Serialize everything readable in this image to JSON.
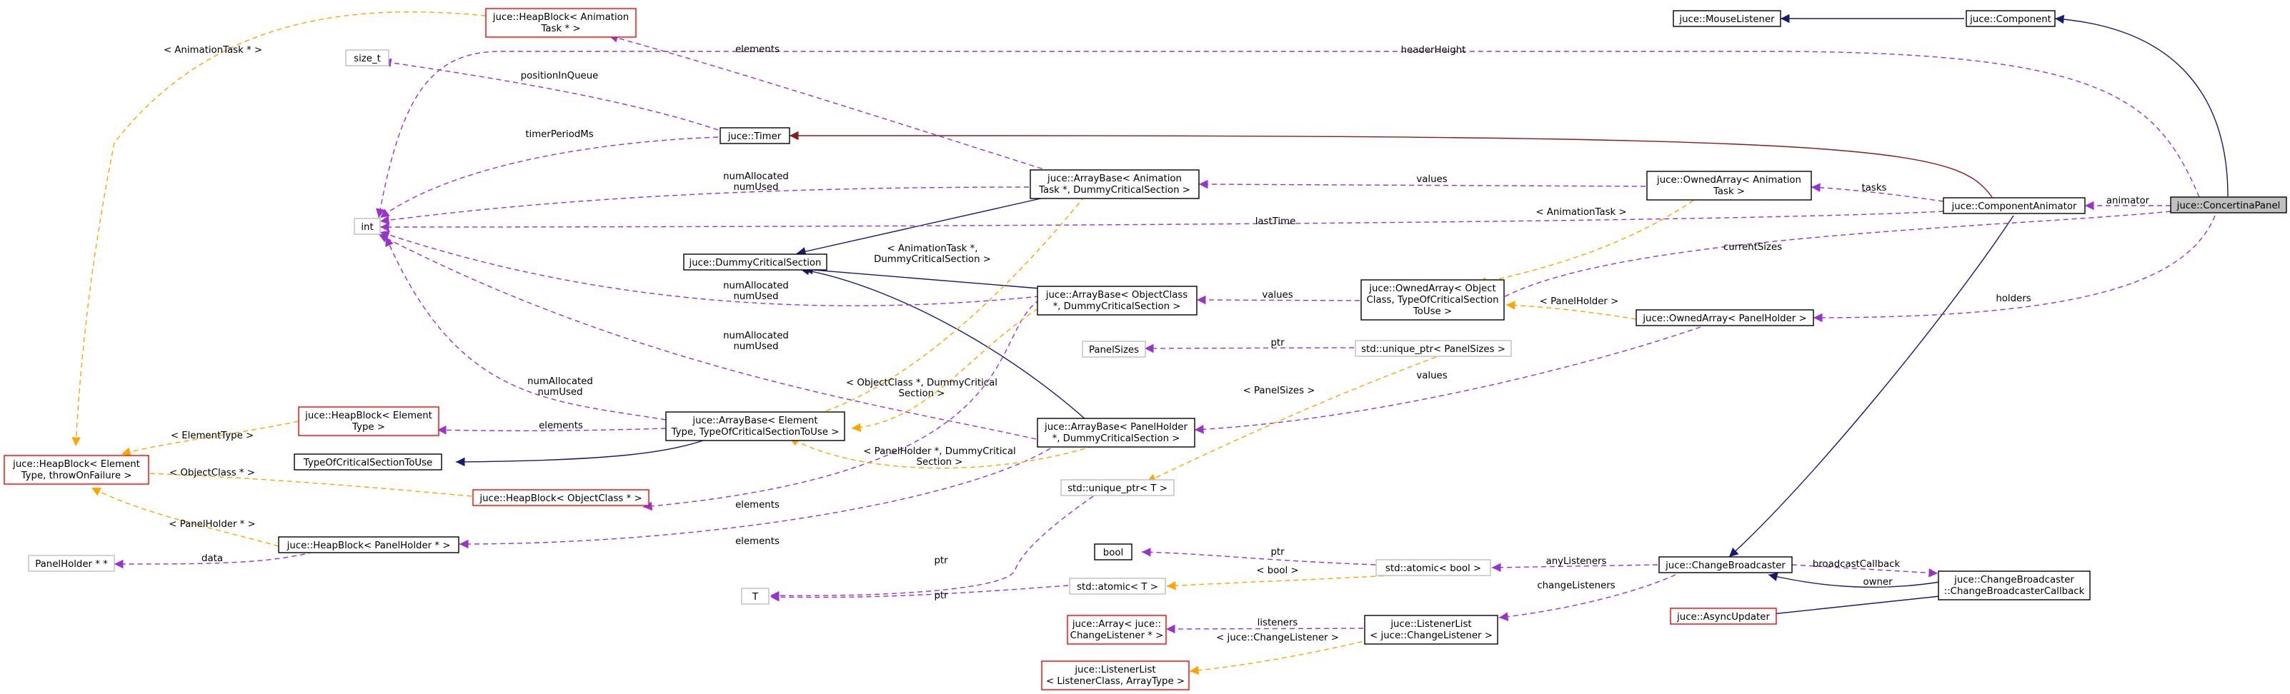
{
  "diagram": {
    "nodes": {
      "concertina": "juce::ConcertinaPanel",
      "component": "juce::Component",
      "mouse_listener": "juce::MouseListener",
      "component_animator": "juce::ComponentAnimator",
      "timer": "juce::Timer",
      "change_broadcaster": "juce::ChangeBroadcaster",
      "cb_callback": [
        "juce::ChangeBroadcaster",
        "::ChangeBroadcasterCallback"
      ],
      "async_updater": "juce::AsyncUpdater",
      "owned_array_anim": [
        "juce::OwnedArray< Animation",
        "Task >"
      ],
      "owned_array_panel": "juce::OwnedArray< PanelHolder >",
      "owned_array_generic": [
        "juce::OwnedArray< Object",
        "Class, TypeOfCriticalSection",
        "ToUse >"
      ],
      "unique_ptr_panelsizes": "std::unique_ptr< PanelSizes >",
      "unique_ptr_t": "std::unique_ptr< T >",
      "panel_sizes": "PanelSizes",
      "array_base_anim": [
        "juce::ArrayBase< Animation",
        "Task *, DummyCriticalSection >"
      ],
      "array_base_obj": [
        "juce::ArrayBase< ObjectClass",
        "*, DummyCriticalSection >"
      ],
      "array_base_panel": [
        "juce::ArrayBase< PanelHolder",
        "*, DummyCriticalSection >"
      ],
      "array_base_generic": [
        "juce::ArrayBase< Element",
        "Type, TypeOfCriticalSectionToUse >"
      ],
      "dummy_cs": "juce::DummyCriticalSection",
      "type_of_cs": "TypeOfCriticalSectionToUse",
      "heapblock_anim": [
        "juce::HeapBlock< Animation",
        "Task * >"
      ],
      "heapblock_elem": [
        "juce::HeapBlock< Element",
        "Type >"
      ],
      "heapblock_generic": [
        "juce::HeapBlock< Element",
        "Type, throwOnFailure >"
      ],
      "heapblock_obj": "juce::HeapBlock< ObjectClass * >",
      "heapblock_panel": "juce::HeapBlock< PanelHolder * >",
      "panelholder_pp": "PanelHolder * *",
      "size_t": "size_t",
      "int": "int",
      "bool": "bool",
      "t": "T",
      "atomic_bool": "std::atomic< bool >",
      "atomic_t": "std::atomic< T >",
      "listener_list_cl": [
        "juce::ListenerList",
        "< juce::ChangeListener >"
      ],
      "listener_list_generic": [
        "juce::ListenerList",
        "< ListenerClass, ArrayType >"
      ],
      "array_cl": [
        "juce::Array< juce::",
        "ChangeListener * >"
      ]
    },
    "edge_labels": {
      "animator": "animator",
      "header_height": "headerHeight",
      "current_sizes": "currentSizes",
      "holders": "holders",
      "tasks": "tasks",
      "last_time": "lastTime",
      "values_anim": "values",
      "values_obj": "values",
      "values_panel": "values",
      "num_alloc_anim": [
        "numAllocated",
        "numUsed"
      ],
      "num_alloc_obj": [
        "numAllocated",
        "numUsed"
      ],
      "num_alloc_panel": [
        "numAllocated",
        "numUsed"
      ],
      "num_alloc_generic": [
        "numAllocated",
        "numUsed"
      ],
      "elements_anim": "elements",
      "elements_generic": "elements",
      "elements_obj": "elements",
      "elements_panel": "elements",
      "position_in_queue": "positionInQueue",
      "timer_period": "timerPeriodMs",
      "tpl_animation_task": "< AnimationTask * >",
      "tpl_element_type": "< ElementType >",
      "tpl_object_class": "< ObjectClass * >",
      "tpl_panel_holder_hb": "< PanelHolder * >",
      "data": "data",
      "tpl_anim_dummy": [
        "< AnimationTask *,",
        "DummyCriticalSection >"
      ],
      "tpl_obj_dummy": [
        "< ObjectClass *, DummyCritical",
        "Section >"
      ],
      "tpl_panel_dummy": [
        "< PanelHolder *, DummyCritical",
        "Section >"
      ],
      "tpl_animation_task_oa": "< AnimationTask >",
      "tpl_panel_holder_oa": "< PanelHolder >",
      "tpl_panel_sizes": "< PanelSizes >",
      "ptr_panelsizes": "ptr",
      "ptr_t": "ptr",
      "ptr_bool": "ptr",
      "ptr_atomic_t": "ptr",
      "any_listeners": "anyListeners",
      "change_listeners": "changeListeners",
      "broadcast_callback": "broadcastCallback",
      "owner": "owner",
      "tpl_bool": "< bool >",
      "listeners": "listeners",
      "tpl_change_listener": "< juce::ChangeListener >"
    }
  },
  "colors": {
    "inheritance": "#191970",
    "timer_inheritance": "#8b1a1a",
    "usage": "#9a32cd",
    "template": "#ffa500",
    "highlight": "#bfbfbf"
  }
}
